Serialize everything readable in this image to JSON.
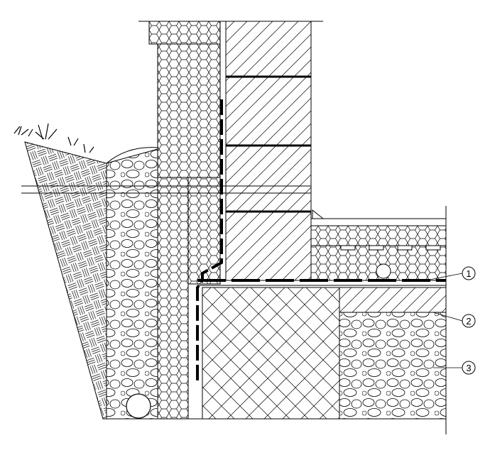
{
  "drawing": {
    "callouts": [
      {
        "number": "1"
      },
      {
        "number": "2"
      },
      {
        "number": "3"
      }
    ],
    "colors": {
      "line": "#000000",
      "background": "#ffffff"
    }
  }
}
